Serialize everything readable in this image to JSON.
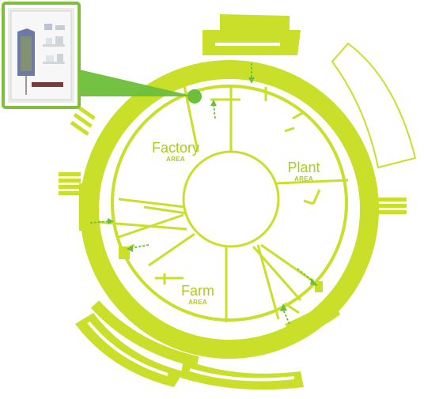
{
  "areas": [
    {
      "name": "Factory",
      "sub": "AREA"
    },
    {
      "name": "Plant",
      "sub": "AREA"
    },
    {
      "name": "Farm",
      "sub": "AREA"
    }
  ],
  "thumbnail": {
    "icon": "display-case-photo-icon",
    "border_color": "#7fbf3a"
  },
  "colors": {
    "plan": "#c9df2a",
    "label": "#aacc1a",
    "marker": "#6cbf3a"
  },
  "icons": [
    "location-pin-icon",
    "direction-arrow-icon"
  ]
}
